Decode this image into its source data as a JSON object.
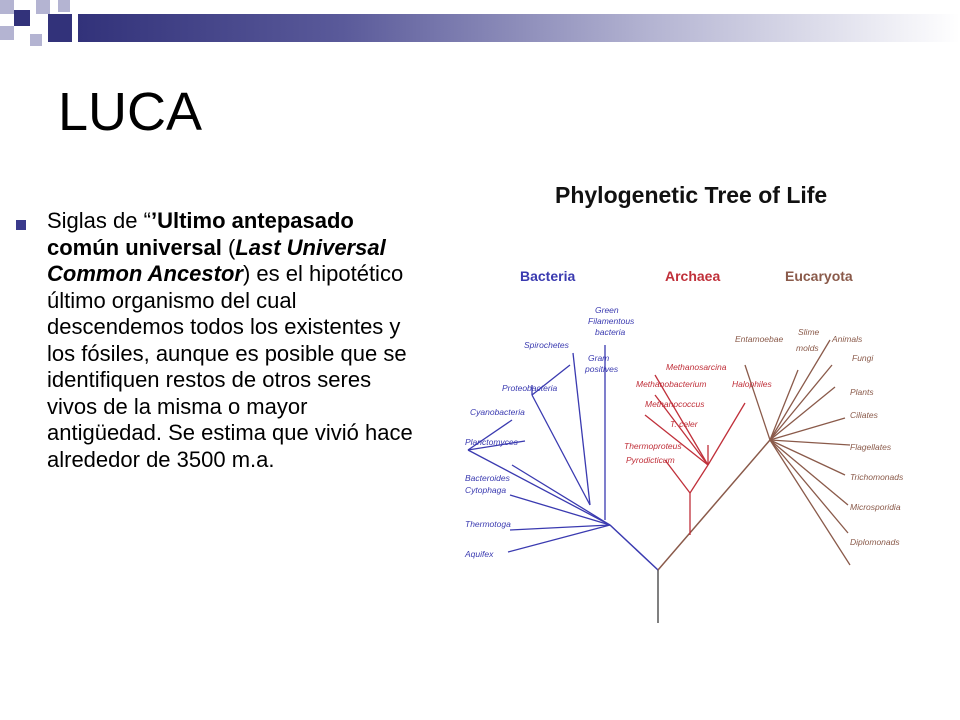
{
  "slide": {
    "title": "LUCA",
    "bullet": {
      "p1": "Siglas de “",
      "p2": "’Ultimo antepasado común universal",
      "p3": " (",
      "p4": "Last Universal Common Ancestor",
      "p5": ") es el hipotético último organismo del cual descendemos todos los existentes y los fósiles, aunque es posible que se identifiquen restos de otros seres vivos de la misma o mayor antigüedad. Se estima que vivió hace alrededor de 3500 m.a."
    }
  },
  "tree": {
    "title": "Phylogenetic Tree of Life",
    "domains": {
      "bacteria": "Bacteria",
      "archaea": "Archaea",
      "eucaryota": "Eucaryota"
    },
    "bacteria_leaves": {
      "green": "Green",
      "filamentous": "Filamentous",
      "bacteria": "bacteria",
      "spirochetes": "Spirochetes",
      "gram": "Gram",
      "positives": "positives",
      "proteobacteria": "Proteobacteria",
      "cyanobacteria": "Cyanobacteria",
      "planctomyces": "Planctomyces",
      "bacteroides": "Bacteroides",
      "cytophaga": "Cytophaga",
      "thermotoga": "Thermotoga",
      "aquifex": "Aquifex"
    },
    "archaea_leaves": {
      "methanosarcina": "Methanosarcina",
      "methanobacterium": "Methanobacterium",
      "methanococcus": "Methanococcus",
      "halophiles": "Halophiles",
      "tceler": "T. celer",
      "thermoproteus": "Thermoproteus",
      "pyrodicticum": "Pyrodicticum"
    },
    "eucaryota_leaves": {
      "entamoebae": "Entamoebae",
      "slime": "Slime",
      "molds": "molds",
      "animals": "Animals",
      "fungi": "Fungi",
      "plants": "Plants",
      "ciliates": "Ciliates",
      "flagellates": "Flagellates",
      "trichomonads": "Trichomonads",
      "microsporidia": "Microsporidia",
      "diplomonads": "Diplomonads"
    },
    "colors": {
      "bacteria": "#3a3ab0",
      "archaea": "#c0303a",
      "eucaryota": "#8a5a4a",
      "trunk": "#555555"
    }
  },
  "theme": {
    "accent": "#3a3a8c",
    "band_dark": "#32327a"
  }
}
